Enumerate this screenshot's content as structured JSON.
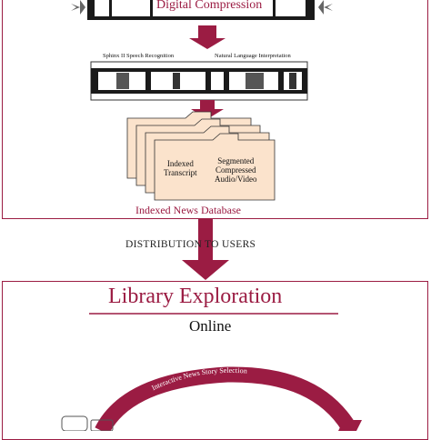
{
  "pipeline": {
    "film_label": "Digital Compression",
    "recognition_label": "Sphinx II Speech Recognition",
    "interpretation_label": "Natural Language Interpretation",
    "indexed_transcript": [
      "Indexed",
      "Transcript"
    ],
    "segmented_media": [
      "Segmented",
      "Compressed",
      "Audio/Video"
    ],
    "database_label": "Indexed News Database"
  },
  "distribution_label": "DISTRIBUTION TO USERS",
  "library": {
    "title": "Library Exploration",
    "subtitle": "Online",
    "arc_label": "Interactive News Story Selection"
  },
  "colors": {
    "accent": "#9b1c43",
    "card_fill": "#fbe3cc",
    "film": "#1a1a1a"
  }
}
